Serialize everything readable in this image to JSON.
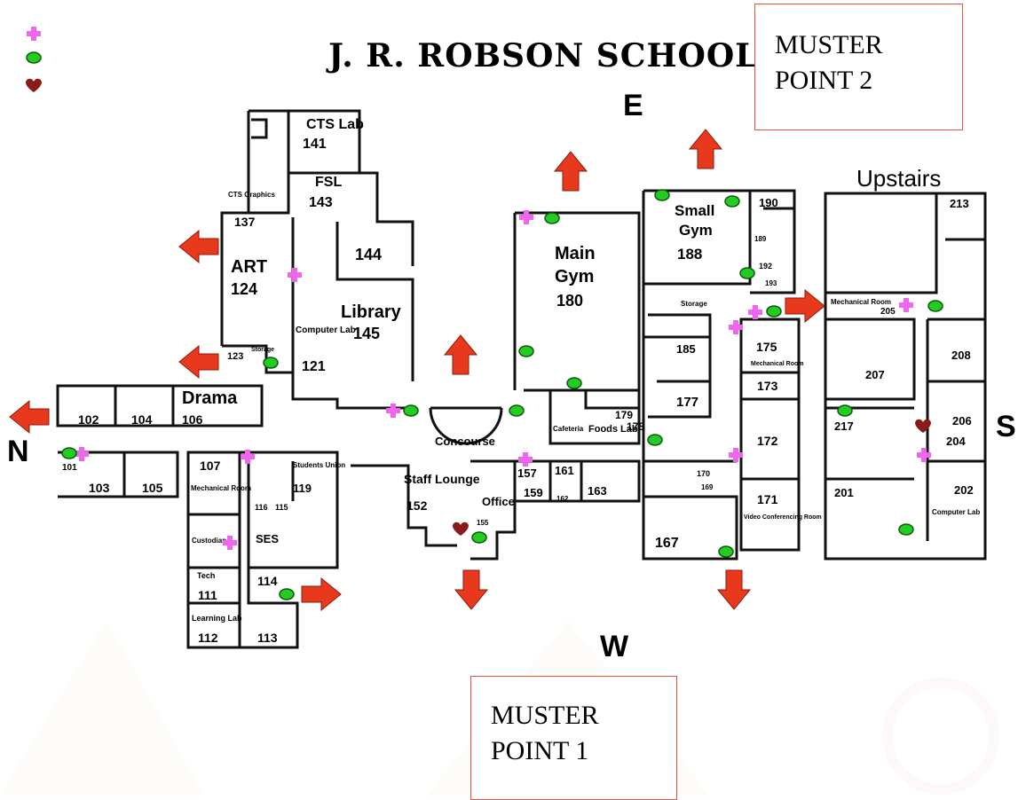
{
  "title": "J. R. ROBSON SCHOOL",
  "compass": {
    "east": "E",
    "west": "W",
    "north": "N",
    "south": "S"
  },
  "muster_point_2": {
    "line1": "MUSTER",
    "line2": "POINT 2"
  },
  "muster_point_1": {
    "line1": "MUSTER",
    "line2": "POINT 1"
  },
  "upstairs_label": "Upstairs",
  "areas": {
    "cts_lab": "CTS Lab",
    "r141": "141",
    "fsl": "FSL",
    "r143": "143",
    "cts_graphics": "CTS Graphics",
    "r137": "137",
    "art": "ART",
    "r124": "124",
    "r144": "144",
    "library": "Library",
    "r145": "145",
    "computer_lab": "Computer Lab",
    "r121": "121",
    "r123": "123",
    "storage": "Storage",
    "drama": "Drama",
    "r102": "102",
    "r104": "104",
    "r106": "106",
    "r101": "101",
    "r103": "103",
    "r105": "105",
    "r107": "107",
    "mechanical_room": "Mechanical Room",
    "r119": "119",
    "students_union": "Students Union",
    "r116": "116",
    "r115": "115",
    "custodian": "Custodian",
    "ses": "SES",
    "r114": "114",
    "r111": "111",
    "tech": "Tech",
    "learning_lab": "Learning Lab",
    "r112": "112",
    "r113": "113",
    "staff_lounge": "Staff Lounge",
    "r152": "152",
    "concourse": "Concourse",
    "main_gym": "Main",
    "main_gym2": "Gym",
    "r180": "180",
    "small_gym": "Small",
    "small_gym2": "Gym",
    "r188": "188",
    "r190": "190",
    "r189": "189",
    "r192": "192",
    "r193": "193",
    "storage2": "Storage",
    "r185": "185",
    "r177": "177",
    "r178": "178",
    "r179": "179",
    "cafeteria": "Cafeteria",
    "foods_lab": "Foods Lab",
    "r175": "175",
    "mech_room2": "Mechanical Room",
    "r173": "173",
    "r172": "172",
    "r171": "171",
    "video_conf": "Video Conferencing Room",
    "r157": "157",
    "r161": "161",
    "r159": "159",
    "r163": "163",
    "r162": "162",
    "office": "Office",
    "r155": "155",
    "r167": "167",
    "r170": "170",
    "r169": "169",
    "r213": "213",
    "r205": "205",
    "mech_up": "Mechanical Room",
    "r208": "208",
    "r207": "207",
    "r206": "206",
    "r204": "204",
    "r217": "217",
    "r201": "201",
    "r202": "202",
    "computer_lab_up": "Computer Lab"
  },
  "colors": {
    "first_aid": "#ee66ee",
    "extinguisher": "#22cc22",
    "defibrillator": "#8b1a1a",
    "exit_arrow": "#e8391d",
    "muster_border": "#e0553f"
  },
  "legend": [
    {
      "icon": "pink-cross-icon"
    },
    {
      "icon": "green-dot-icon"
    },
    {
      "icon": "red-heart-icon"
    }
  ]
}
